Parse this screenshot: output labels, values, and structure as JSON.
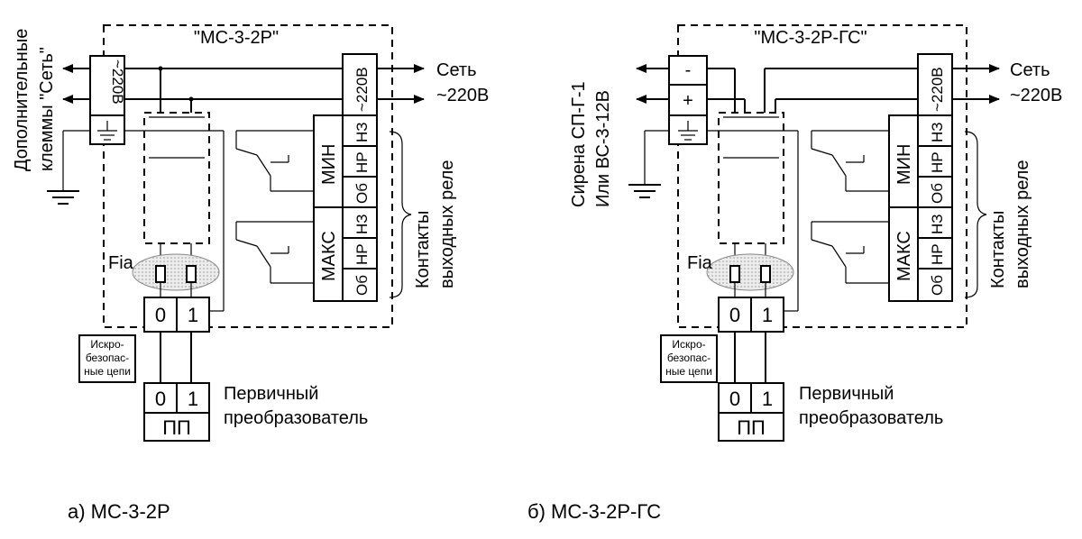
{
  "diagrams": [
    {
      "id": "a",
      "title": "\"МС-3-2Р\"",
      "caption": "а) МС-3-2Р",
      "left_label_line1": "Дополнительные",
      "left_label_line2": "клеммы \"Сеть\"",
      "left_terminal": "~220В",
      "network_line1": "Сеть",
      "network_line2": "~220В",
      "supply_terminal": "~220В",
      "relay_min": "МИН",
      "relay_max": "МАКС",
      "contacts": [
        "НЗ",
        "НР",
        "Об"
      ],
      "contacts_label_line1": "Контакты",
      "contacts_label_line2": "выходных реле",
      "fia": "Fia",
      "terminal_0": "0",
      "terminal_1": "1",
      "spark_line1": "Искро-",
      "spark_line2": "безопас-",
      "spark_line3": "ные цепи",
      "pp": "ПП",
      "primary_line1": "Первичный",
      "primary_line2": "преобразователь"
    },
    {
      "id": "b",
      "title": "\"МС-3-2Р-ГС\"",
      "caption": "б) МС-3-2Р-ГС",
      "left_label_line1": "Сирена СП-Г-1",
      "left_label_line2": "Или ВС-3-12В",
      "minus": "-",
      "plus": "+",
      "network_line1": "Сеть",
      "network_line2": "~220В",
      "supply_terminal": "~220В",
      "relay_min": "МИН",
      "relay_max": "МАКС",
      "contacts": [
        "НЗ",
        "НР",
        "Об"
      ],
      "contacts_label_line1": "Контакты",
      "contacts_label_line2": "выходных реле",
      "fia": "Fia",
      "terminal_0": "0",
      "terminal_1": "1",
      "spark_line1": "Искро-",
      "spark_line2": "безопас-",
      "spark_line3": "ные цепи",
      "pp": "ПП",
      "primary_line1": "Первичный",
      "primary_line2": "преобразователь"
    }
  ]
}
